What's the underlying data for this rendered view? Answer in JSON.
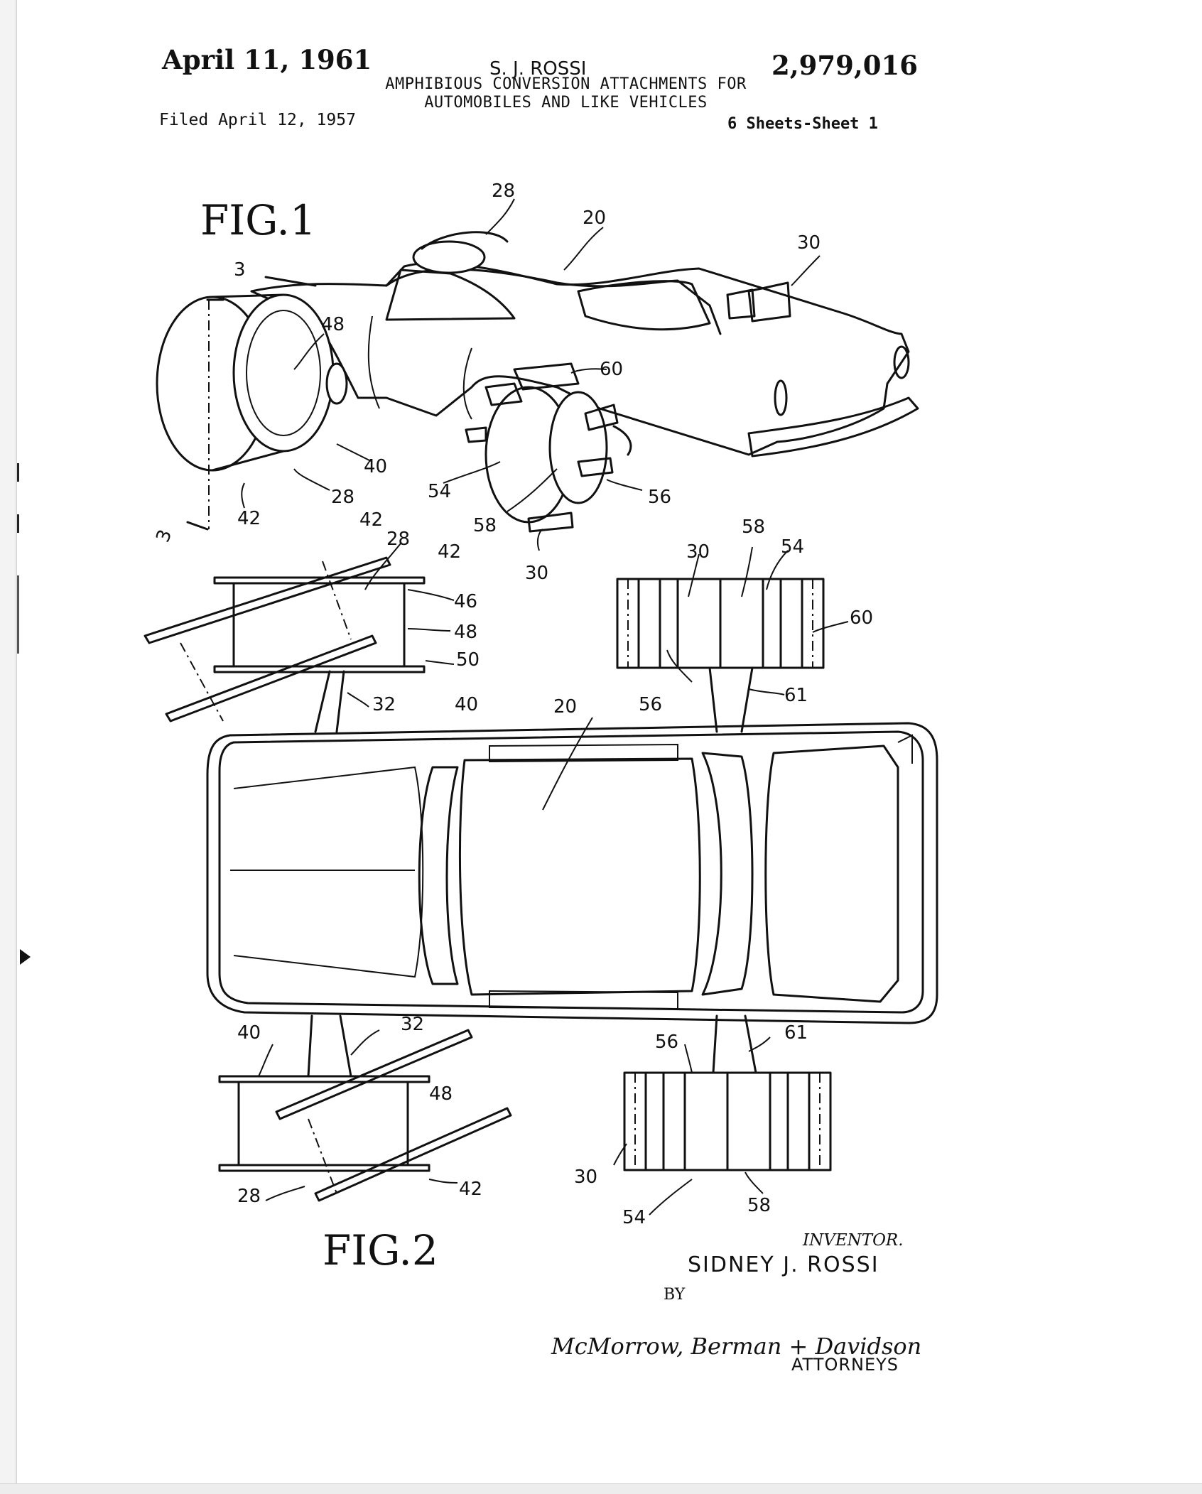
{
  "header": {
    "date": "April 11, 1961",
    "inventor": "S. J. ROSSI",
    "patent_number": "2,979,016",
    "title_line1": "AMPHIBIOUS CONVERSION ATTACHMENTS FOR",
    "title_line2": "AUTOMOBILES AND LIKE VEHICLES",
    "filed": "Filed April 12, 1957",
    "sheets": "6 Sheets-Sheet 1"
  },
  "figures": {
    "fig1_label": "FIG.1",
    "fig2_label": "FIG.2",
    "section_mark": "3"
  },
  "fig1_refs": {
    "r28_top": "28",
    "r20": "20",
    "r30_top": "30",
    "r48": "48",
    "r60": "60",
    "r40": "40",
    "r28_bottom": "28",
    "r54": "54",
    "r56": "56",
    "r42": "42",
    "r58": "58",
    "r30_bottom": "30"
  },
  "fig2_refs": {
    "r42_a": "42",
    "r28_a": "28",
    "r42_b": "42",
    "r46": "46",
    "r48_a": "48",
    "r50": "50",
    "r32_a": "32",
    "r40_a": "40",
    "r20": "20",
    "r56_a": "56",
    "r61_a": "61",
    "r58_a": "58",
    "r30_a": "30",
    "r54_a": "54",
    "r60": "60",
    "r40_b": "40",
    "r32_b": "32",
    "r48_b": "48",
    "r28_b": "28",
    "r42_c": "42",
    "r56_b": "56",
    "r61_b": "61",
    "r30_b": "30",
    "r54_b": "54",
    "r58_b": "58"
  },
  "signature": {
    "inventor_label": "INVENTOR.",
    "inventor_name": "SIDNEY J. ROSSI",
    "by": "BY",
    "attorney_firm": "McMorrow, Berman + Davidson",
    "attorneys_label": "ATTORNEYS"
  }
}
